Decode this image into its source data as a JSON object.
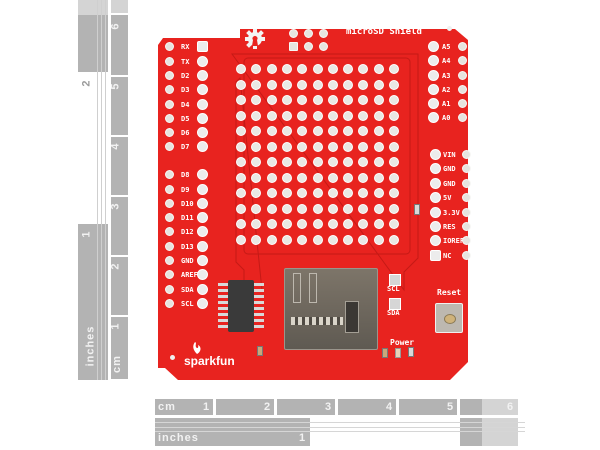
{
  "board": {
    "title": "microSD Shield",
    "brand": "sparkfun",
    "color": "#e8231f",
    "left_header_labels": [
      "RX",
      "TX",
      "D2",
      "D3",
      "D4",
      "D5",
      "D6",
      "D7",
      "D8",
      "D9",
      "D10",
      "D11",
      "D12",
      "D13",
      "GND",
      "AREF",
      "SDA",
      "SCL"
    ],
    "right_top_labels": [
      "A5",
      "A4",
      "A3",
      "A2",
      "A1",
      "A0"
    ],
    "right_power_labels": [
      "VIN",
      "GND",
      "GND",
      "5V",
      "3.3V",
      "RES",
      "IOREF",
      "NC"
    ],
    "pad_labels": {
      "scl": "SCL",
      "sda": "SDA"
    },
    "power_label": "Power",
    "reset_label": "Reset",
    "proto_grid": {
      "cols": 11,
      "rows": 12
    }
  },
  "ruler_bottom": {
    "cm_label": "cm",
    "cm_ticks": [
      "1",
      "2",
      "3",
      "4",
      "5",
      "6"
    ],
    "inches_label": "inches",
    "inch_ticks": [
      "1"
    ]
  },
  "ruler_left": {
    "cm_label": "cm",
    "cm_ticks": [
      "1",
      "2",
      "3",
      "4",
      "5",
      "6"
    ],
    "inches_label": "inches",
    "inch_ticks": [
      "1",
      "2"
    ]
  }
}
